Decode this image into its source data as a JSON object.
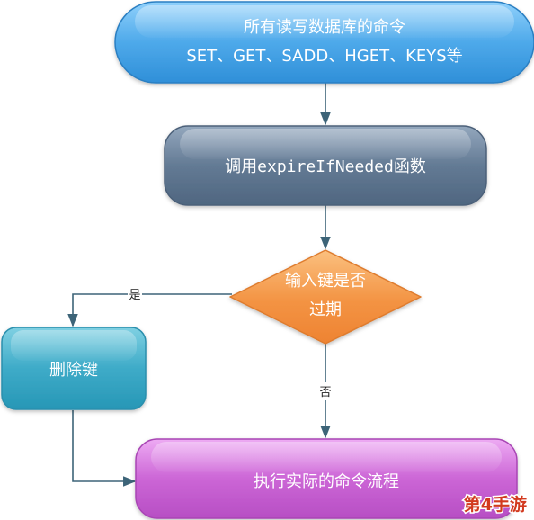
{
  "nodes": {
    "all_commands": {
      "line1": "所有读写数据库的命令",
      "line2": "SET、GET、SADD、HGET、KEYS等"
    },
    "call_expire": {
      "label": "调用expireIfNeeded函数"
    },
    "is_expired": {
      "line1": "输入键是否",
      "line2": "过期"
    },
    "delete_key": {
      "label": "删除键"
    },
    "execute": {
      "label": "执行实际的命令流程"
    }
  },
  "edges": {
    "yes_label": "是",
    "no_label": "否"
  },
  "watermark": {
    "text": "第4手游"
  },
  "colors": {
    "blue_node": "#4aa6e8",
    "slate_node": "#5f7590",
    "orange_diamond": "#f0913f",
    "teal_node": "#3fa7c2",
    "purple_node": "#c55fd0",
    "connector": "#3d6478"
  }
}
